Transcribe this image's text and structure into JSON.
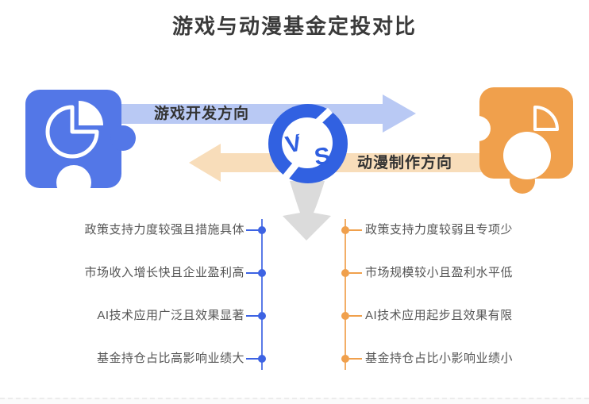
{
  "title": "游戏与动漫基金定投对比",
  "vs_badge": {
    "v": "V",
    "s": "S"
  },
  "arrows": {
    "game": {
      "label": "游戏开发方向"
    },
    "anime": {
      "label": "动漫制作方向"
    }
  },
  "left_column": {
    "items": [
      {
        "text": "政策支持力度较强且措施具体"
      },
      {
        "text": "市场收入增长快且企业盈利高"
      },
      {
        "text": "AI技术应用广泛且效果显著"
      },
      {
        "text": "基金持仓占比高影响业绩大"
      }
    ]
  },
  "right_column": {
    "items": [
      {
        "text": "政策支持力度较弱且专项少"
      },
      {
        "text": "市场规模较小且盈利水平低"
      },
      {
        "text": "AI技术应用起步且效果有限"
      },
      {
        "text": "基金持仓占比小影响业绩小"
      }
    ]
  },
  "icons": {
    "left_puzzle": "pie-chart-icon",
    "right_puzzle": "pie-chart-icon",
    "vs_badge": "lightning-bolt-icon",
    "center": "down-arrow-icon"
  },
  "colors": {
    "puzzle_blue": "#5377E7",
    "puzzle_orange": "#F0A04C",
    "vs_blue": "#3161E1",
    "vs_letter_blue": "#2F5FE0",
    "arrow_blue": "#B9C9F4",
    "arrow_orange": "#F8DDBA",
    "line_blue": "#3D63E3",
    "line_orange": "#F0A04C",
    "funnel_gray": "#DBDBDB",
    "title_text": "#3A3A3A",
    "item_text": "#555555"
  }
}
